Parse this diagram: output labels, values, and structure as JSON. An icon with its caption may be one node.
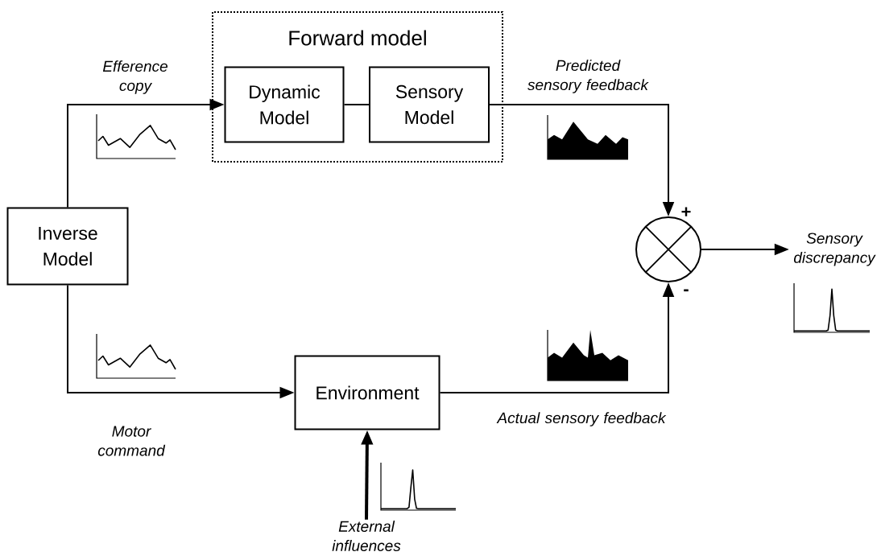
{
  "diagram": {
    "nodes": [
      {
        "text": [
          "Forward model"
        ]
      },
      {
        "text": [
          "Dynamic Model"
        ],
        "in": 0
      },
      {
        "text": [
          "Sensory Model"
        ],
        "in": 0
      },
      {
        "text": [
          "Inverse Model"
        ]
      },
      {
        "text": [],
        "shape": "circle"
      },
      {
        "text": [
          "Environment"
        ]
      },
      {
        "text": [
          "Sensory discrepancy"
        ]
      },
      {
        "text": [
          "External influences"
        ]
      }
    ],
    "edges": [
      {
        "from": 3,
        "to": 1,
        "arrow": "to",
        "label": "Efference copy"
      },
      {
        "from": 1,
        "to": 2,
        "arrow": "none"
      },
      {
        "from": 2,
        "to": 4,
        "arrow": "to",
        "label": "Predicted sensory feedback"
      },
      {
        "from": 3,
        "to": 5,
        "arrow": "to",
        "label": "Motor command"
      },
      {
        "from": 5,
        "to": 4,
        "arrow": "to",
        "label": "Actual sensory feedback"
      },
      {
        "from": 4,
        "to": 6,
        "arrow": "to"
      },
      {
        "from": 7,
        "to": 5,
        "arrow": "to",
        "style": "thick"
      }
    ],
    "labels": [
      "+",
      "-"
    ]
  }
}
